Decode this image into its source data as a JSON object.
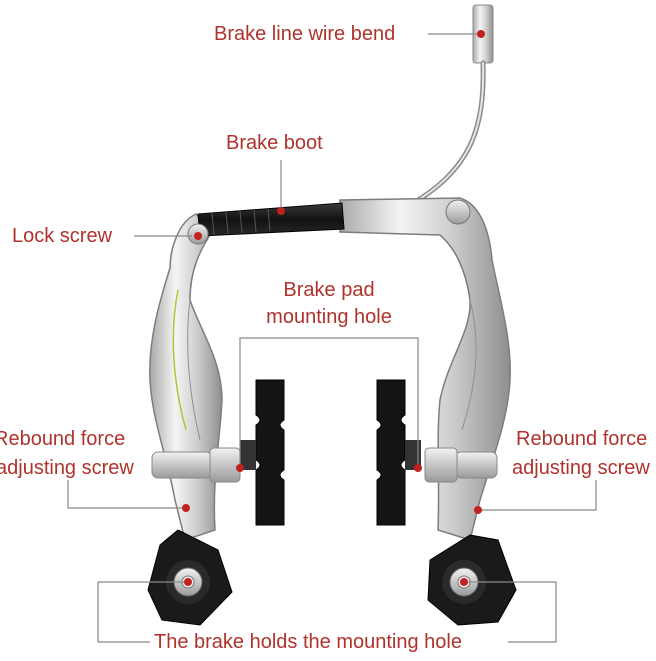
{
  "labels": {
    "wire_bend": "Brake line wire bend",
    "boot": "Brake boot",
    "lock_screw": "Lock screw",
    "pad_hole_line1": "Brake pad",
    "pad_hole_line2": "mounting hole",
    "rebound_left_line1": "Rebound force",
    "rebound_left_line2": "adjusting screw",
    "rebound_right_line1": "Rebound force",
    "rebound_right_line2": "adjusting screw",
    "mount_hole": "The brake holds the mounting hole"
  },
  "colors": {
    "label_text": "#b0322c",
    "leader_line": "#8a8a8a",
    "marker_dot": "#c0221f",
    "metal": "#d8d8d8",
    "pad": "#141414"
  }
}
